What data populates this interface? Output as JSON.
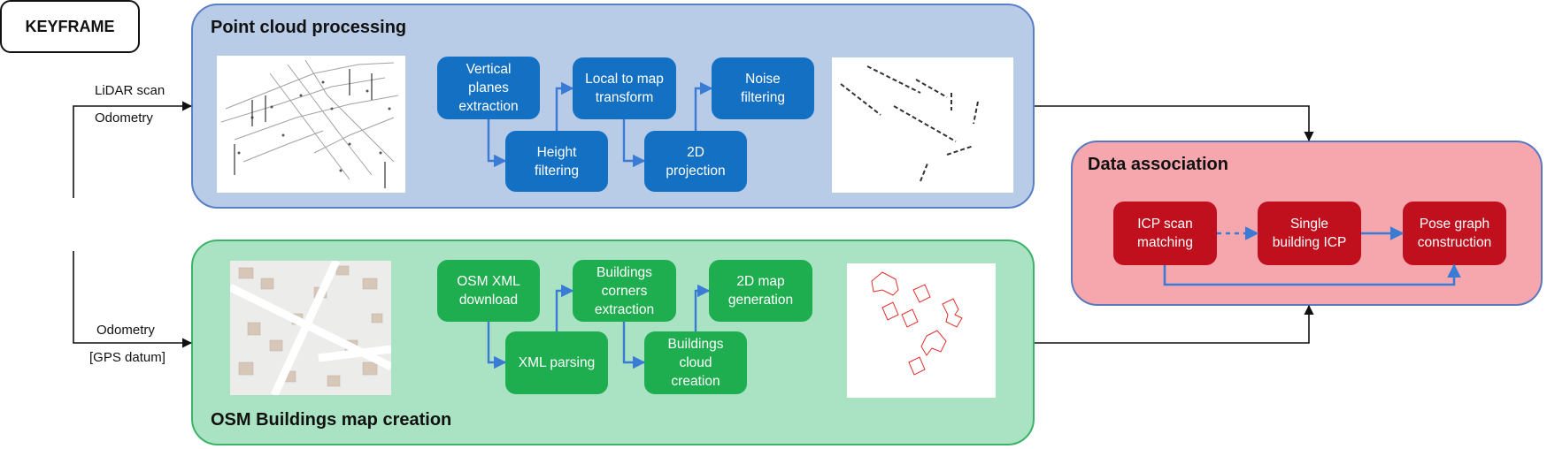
{
  "keyframe": {
    "label": "KEYFRAME"
  },
  "inputs": {
    "lidar_scan": "LiDAR scan",
    "odometry_top": "Odometry",
    "odometry_bottom": "Odometry",
    "gps_datum": "[GPS datum]"
  },
  "point_cloud": {
    "title": "Point cloud processing",
    "steps": {
      "vertical_planes": "Vertical\nplanes\nextraction",
      "height_filtering": "Height\nfiltering",
      "local_to_map": "Local to map\ntransform",
      "projection_2d": "2D\nprojection",
      "noise_filtering": "Noise\nfiltering"
    },
    "input_image": "lidar-point-cloud-render",
    "output_image": "2d-line-segments-plot"
  },
  "osm": {
    "title": "OSM Buildings map creation",
    "steps": {
      "osm_download": "OSM XML\ndownload",
      "xml_parsing": "XML parsing",
      "corners_extraction": "Buildings\ncorners\nextraction",
      "cloud_creation": "Buildings\ncloud\ncreation",
      "map_generation": "2D map\ngeneration"
    },
    "input_image": "osm-street-map",
    "output_image": "building-outlines-plot"
  },
  "data_association": {
    "title": "Data association",
    "steps": {
      "icp_scan": "ICP scan\nmatching",
      "single_building": "Single\nbuilding ICP",
      "pose_graph": "Pose graph\nconstruction"
    }
  },
  "colors": {
    "pc_panel": "#b8cbe7",
    "osm_panel": "#a9e3c3",
    "da_panel": "#f6a7ae",
    "blue_box": "#1370c3",
    "green_box": "#1fae4f",
    "red_box": "#c0101e",
    "flow_arrow": "#3a7bd5"
  }
}
